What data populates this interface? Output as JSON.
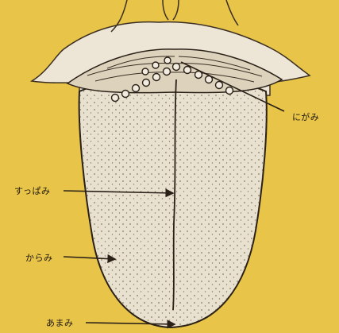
{
  "labels": {
    "bitter": "にがみ",
    "sour": "すっぱみ",
    "spicy": "からみ",
    "sweet": "あまみ"
  },
  "colors": {
    "background": "#e8c448",
    "tongue": "#e9e1cf",
    "ink": "#2a2017"
  }
}
